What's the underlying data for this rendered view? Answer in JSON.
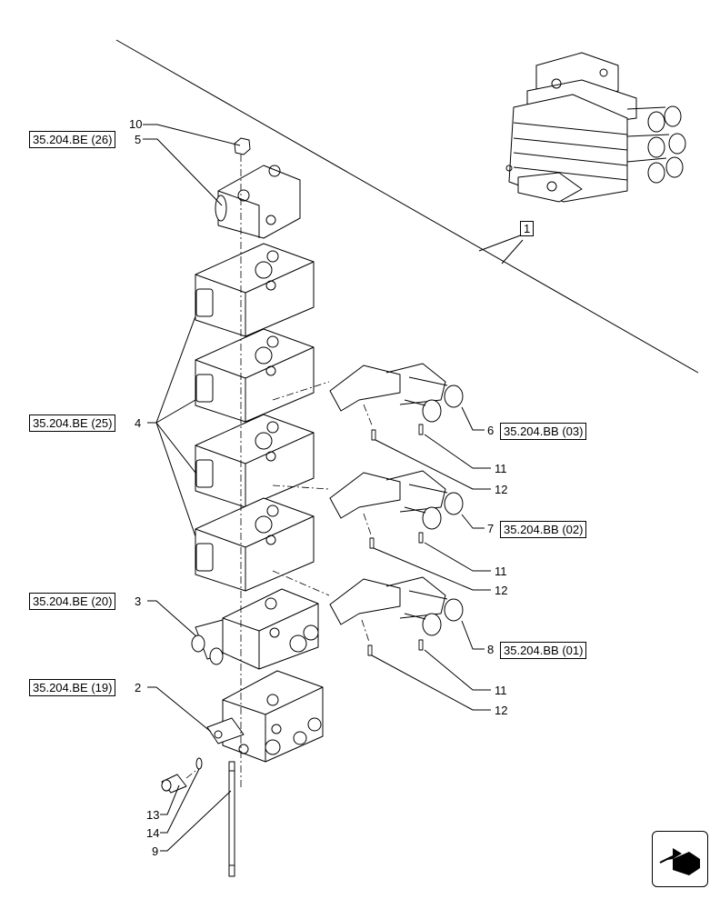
{
  "references": {
    "r26": "35.204.BE (26)",
    "r25": "35.204.BE (25)",
    "r20": "35.204.BE (20)",
    "r19": "35.204.BE (19)",
    "bb03": "35.204.BB (03)",
    "bb02": "35.204.BB (02)",
    "bb01": "35.204.BB (01)"
  },
  "callouts": {
    "c1": "1",
    "c2": "2",
    "c3": "3",
    "c4": "4",
    "c5": "5",
    "c6": "6",
    "c7": "7",
    "c8": "8",
    "c9": "9",
    "c10": "10",
    "c11a": "11",
    "c11b": "11",
    "c11c": "11",
    "c12a": "12",
    "c12b": "12",
    "c12c": "12",
    "c13": "13",
    "c14": "14"
  },
  "icons": {
    "navigation": "next-page-arrow-icon"
  }
}
